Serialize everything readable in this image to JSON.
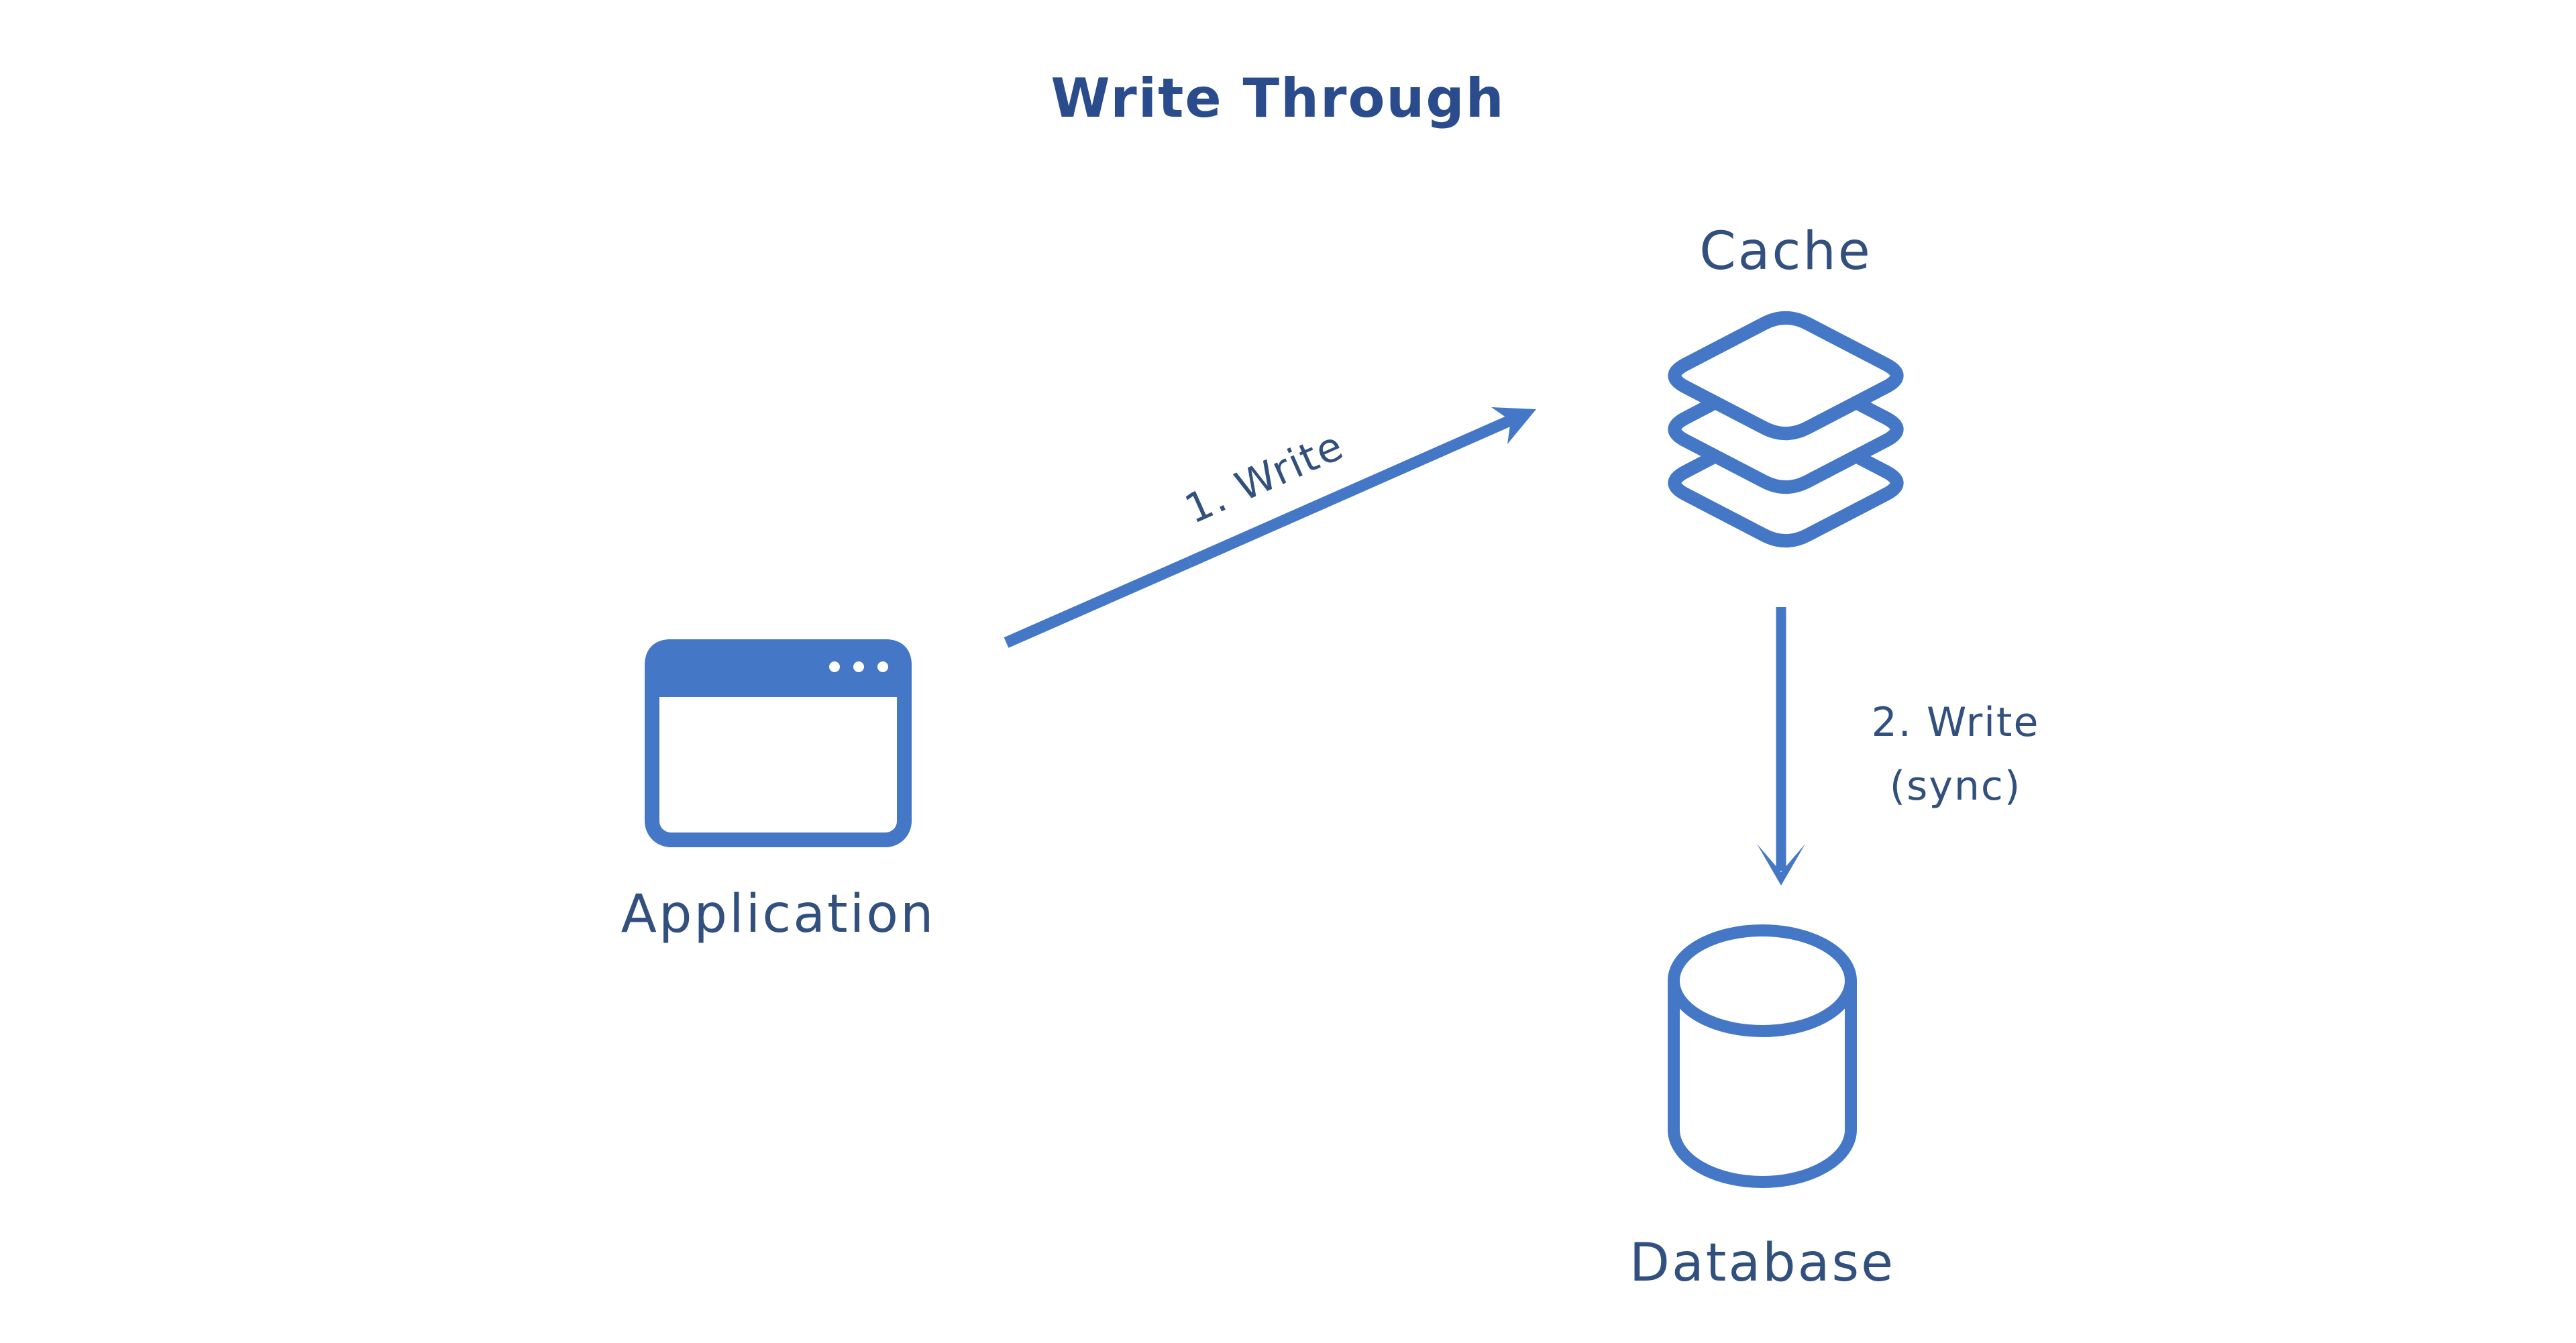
{
  "diagram": {
    "title": "Write Through"
  },
  "colors": {
    "accent": "#4577C7",
    "label": "#32507E",
    "title": "#2B4C8C",
    "bg": "#FFFFFF"
  },
  "nodes": {
    "application": {
      "label": "Application"
    },
    "cache": {
      "label": "Cache"
    },
    "database": {
      "label": "Database"
    }
  },
  "edges": {
    "write": {
      "step": "1",
      "label": "1. Write",
      "from": "application",
      "to": "cache"
    },
    "write_sync": {
      "step": "2",
      "label_line1": "2. Write",
      "label_line2": "(sync)",
      "from": "cache",
      "to": "database"
    }
  }
}
